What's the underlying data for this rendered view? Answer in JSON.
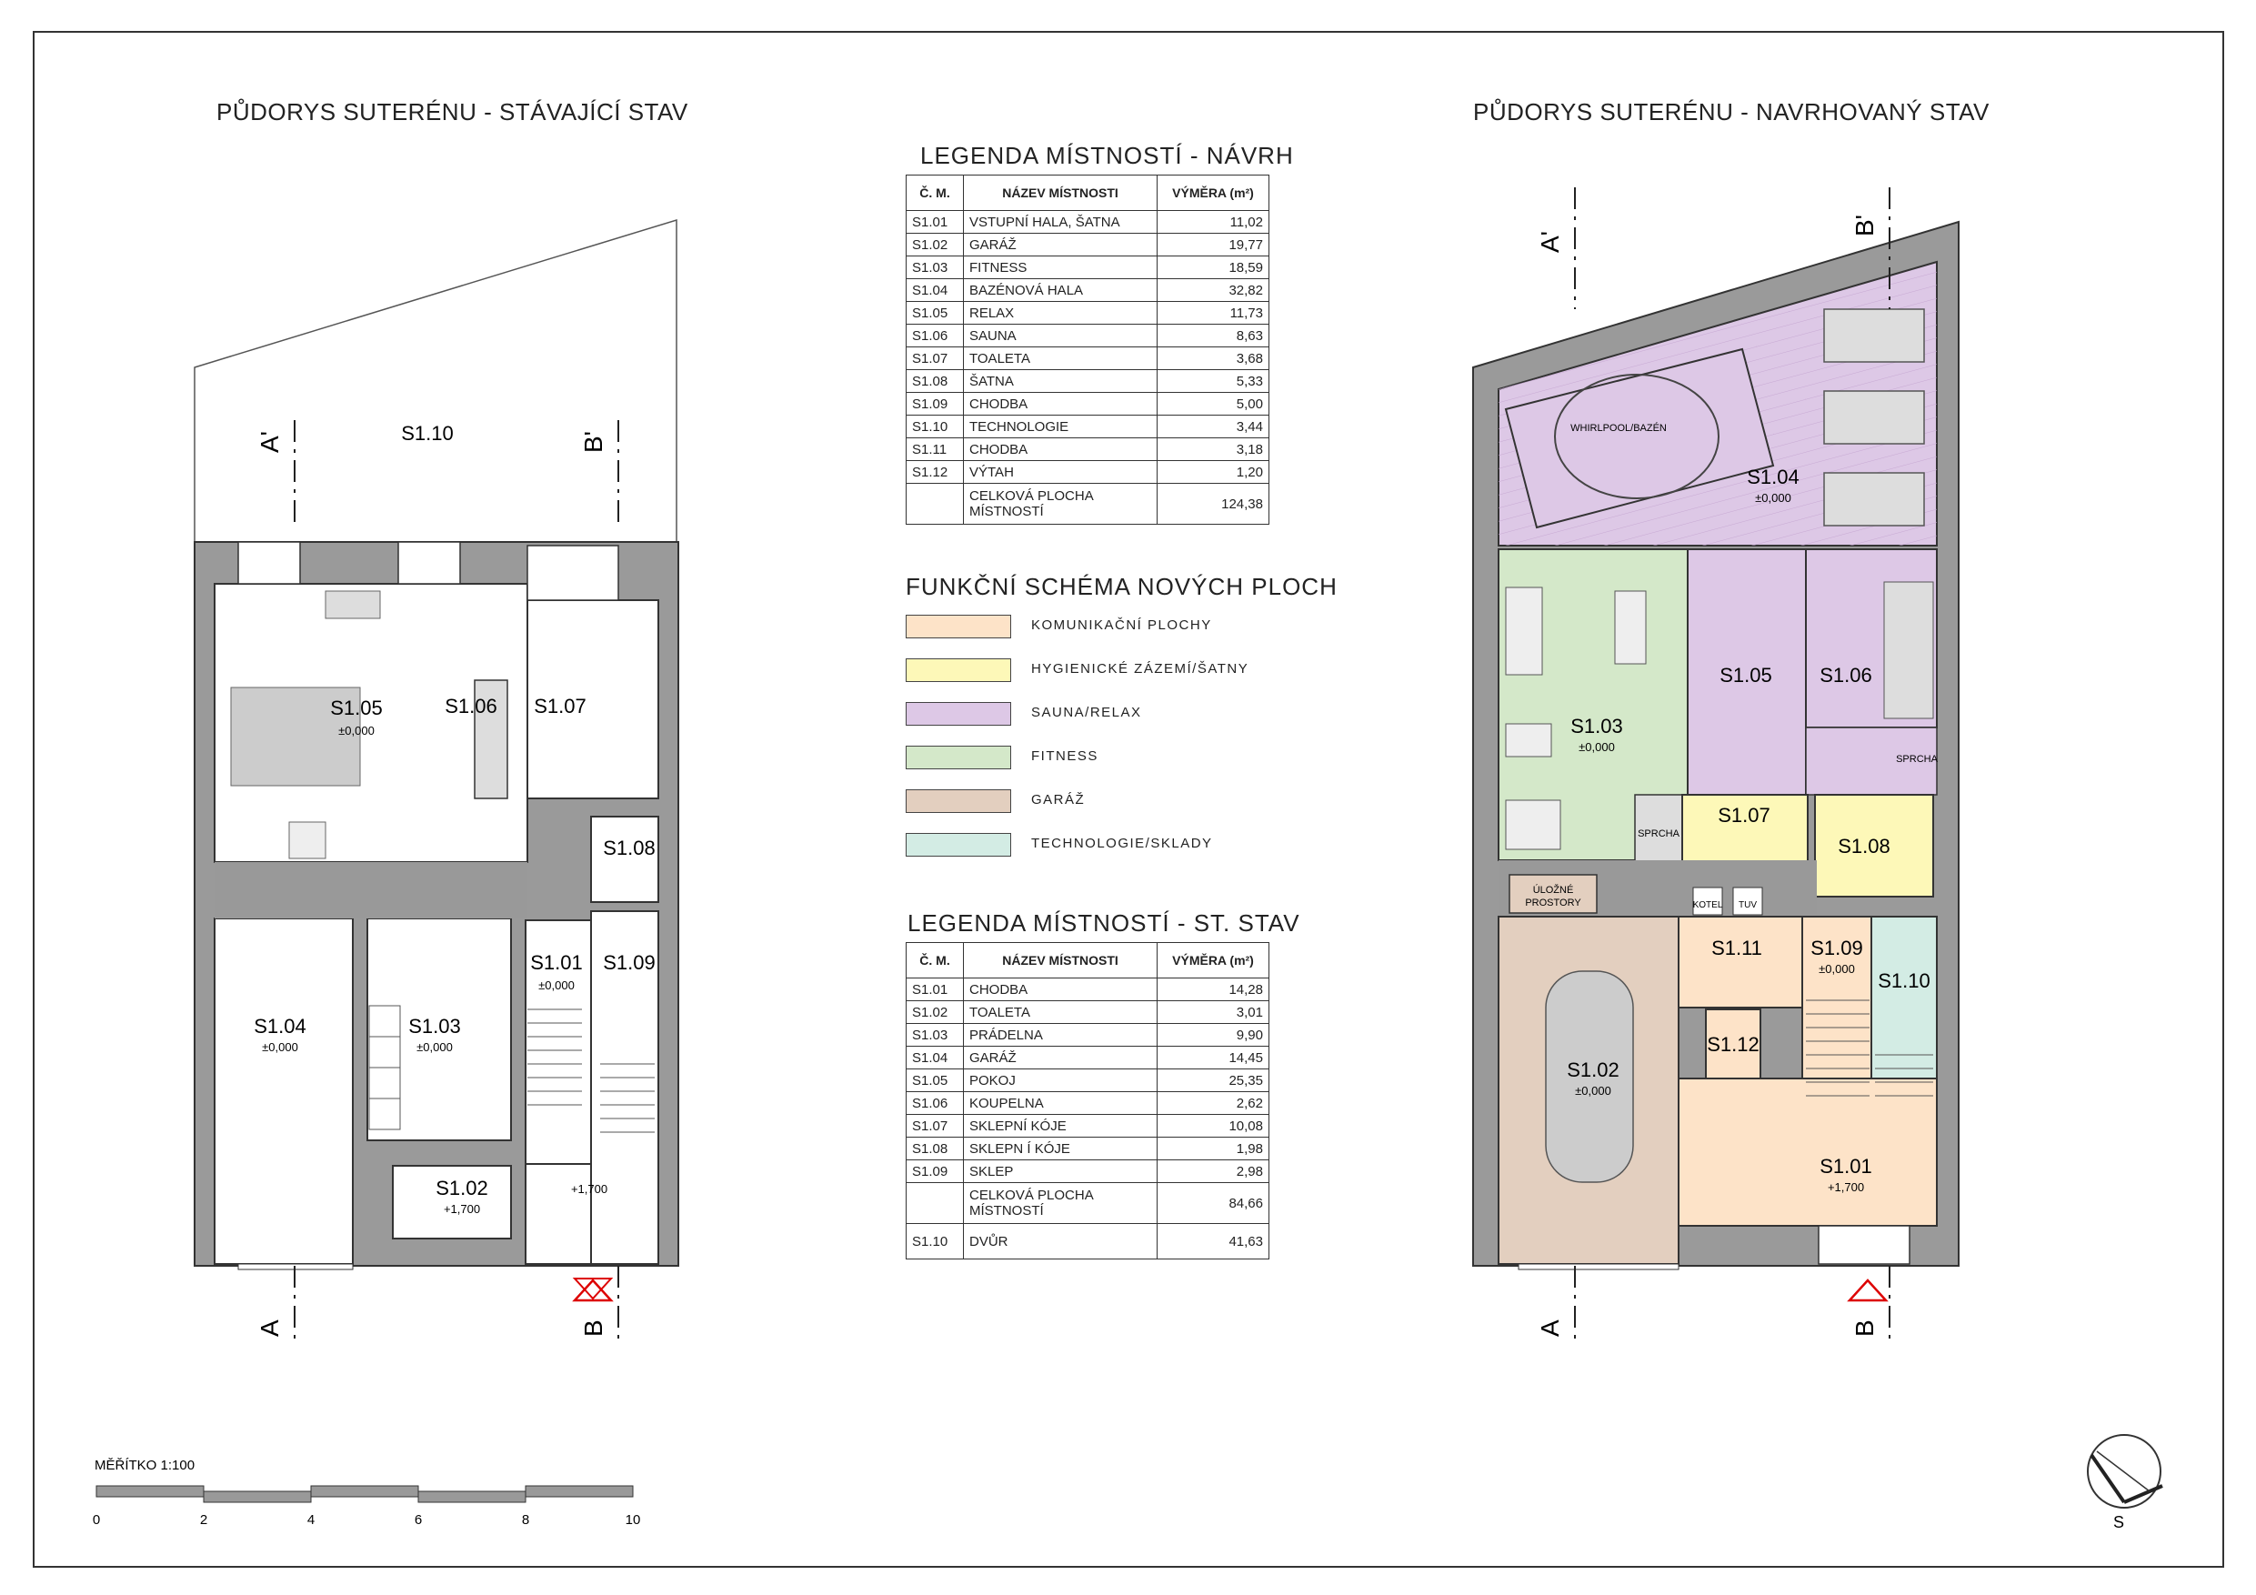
{
  "titles": {
    "existing_plan": "PŮDORYS SUTERÉNU - STÁVAJÍCÍ STAV",
    "proposed_plan": "PŮDORYS SUTERÉNU - NAVRHOVANÝ STAV",
    "legend_proposed": "LEGENDA MÍSTNOSTÍ - NÁVRH",
    "schema": "FUNKČNÍ SCHÉMA NOVÝCH PLOCH",
    "legend_existing": "LEGENDA MÍSTNOSTÍ - ST. STAV"
  },
  "table_headers": {
    "num": "Č. M.",
    "name": "NÁZEV MÍSTNOSTI",
    "area": "VÝMĚRA (m²)"
  },
  "legend_proposed": {
    "rows": [
      {
        "num": "S1.01",
        "name": "VSTUPNÍ HALA, ŠATNA",
        "area": "11,02"
      },
      {
        "num": "S1.02",
        "name": "GARÁŽ",
        "area": "19,77"
      },
      {
        "num": "S1.03",
        "name": "FITNESS",
        "area": "18,59"
      },
      {
        "num": "S1.04",
        "name": "BAZÉNOVÁ HALA",
        "area": "32,82"
      },
      {
        "num": "S1.05",
        "name": "RELAX",
        "area": "11,73"
      },
      {
        "num": "S1.06",
        "name": "SAUNA",
        "area": "8,63"
      },
      {
        "num": "S1.07",
        "name": "TOALETA",
        "area": "3,68"
      },
      {
        "num": "S1.08",
        "name": "ŠATNA",
        "area": "5,33"
      },
      {
        "num": "S1.09",
        "name": "CHODBA",
        "area": "5,00"
      },
      {
        "num": "S1.10",
        "name": "TECHNOLOGIE",
        "area": "3,44"
      },
      {
        "num": "S1.11",
        "name": "CHODBA",
        "area": "3,18"
      },
      {
        "num": "S1.12",
        "name": "VÝTAH",
        "area": "1,20"
      }
    ],
    "total_label": "CELKOVÁ PLOCHA MÍSTNOSTÍ",
    "total_value": "124,38"
  },
  "legend_existing": {
    "rows": [
      {
        "num": "S1.01",
        "name": "CHODBA",
        "area": "14,28"
      },
      {
        "num": "S1.02",
        "name": "TOALETA",
        "area": "3,01"
      },
      {
        "num": "S1.03",
        "name": "PRÁDELNA",
        "area": "9,90"
      },
      {
        "num": "S1.04",
        "name": "GARÁŽ",
        "area": "14,45"
      },
      {
        "num": "S1.05",
        "name": "POKOJ",
        "area": "25,35"
      },
      {
        "num": "S1.06",
        "name": "KOUPELNA",
        "area": "2,62"
      },
      {
        "num": "S1.07",
        "name": "SKLEPNÍ KÓJE",
        "area": "10,08"
      },
      {
        "num": "S1.08",
        "name": "SKLEPN Í KÓJE",
        "area": "1,98"
      },
      {
        "num": "S1.09",
        "name": "SKLEP",
        "area": "2,98"
      }
    ],
    "total_label": "CELKOVÁ PLOCHA MÍSTNOSTÍ",
    "total_value": "84,66",
    "extra_num": "S1.10",
    "extra_name": "DVŮR",
    "extra_area": "41,63"
  },
  "schema_items": [
    {
      "label": "KOMUNIKAČNÍ PLOCHY",
      "color": "#fde3c8"
    },
    {
      "label": "HYGIENICKÉ ZÁZEMÍ/ŠATNY",
      "color": "#fdf8b8"
    },
    {
      "label": "SAUNA/RELAX",
      "color": "#ddc8e6"
    },
    {
      "label": "FITNESS",
      "color": "#d4e8c9"
    },
    {
      "label": "GARÁŽ",
      "color": "#e3cfbf"
    },
    {
      "label": "TECHNOLOGIE/SKLADY",
      "color": "#d3ece4"
    }
  ],
  "existing_rooms": {
    "s110": "S1.10",
    "s105": "S1.05",
    "s106": "S1.06",
    "s107": "S1.07",
    "s108": "S1.08",
    "s104": "S1.04",
    "s103": "S1.03",
    "s101": "S1.01",
    "s109": "S1.09",
    "s102": "S1.02",
    "lvl0": "±0,000",
    "lvl17": "+1,700"
  },
  "proposed_rooms": {
    "s104": "S1.04",
    "s105": "S1.05",
    "s106": "S1.06",
    "s103": "S1.03",
    "s107": "S1.07",
    "s108": "S1.08",
    "s111": "S1.11",
    "s109": "S1.09",
    "s110": "S1.10",
    "s112": "S1.12",
    "s102": "S1.02",
    "s101": "S1.01",
    "lvl0": "±0,000",
    "lvl17": "+1,700",
    "whirlpool": "WHIRLPOOL/BAZÉN",
    "sprcha": "SPRCHA",
    "kotel": "KOTEL",
    "tuv": "TUV",
    "ulozne1": "ÚLOŽNÉ",
    "ulozne2": "PROSTORY"
  },
  "sections": {
    "a": "A",
    "a2": "A'",
    "b": "B",
    "b2": "B'"
  },
  "scale": {
    "label": "MĚŘÍTKO 1:100",
    "ticks": [
      "0",
      "2",
      "4",
      "6",
      "8",
      "10"
    ]
  },
  "north": "S"
}
